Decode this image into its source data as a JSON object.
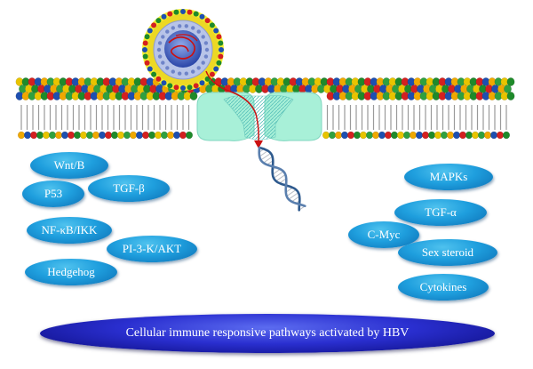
{
  "left_pathways": [
    "Wnt/B",
    "P53",
    "TGF-β",
    "NF-κB/IKK",
    "PI-3-K/AKT",
    "Hedgehog"
  ],
  "right_pathways": [
    "MAPKs",
    "TGF-α",
    "C-Myc",
    "Sex steroid",
    "Cytokines"
  ],
  "banner_text": "Cellular immune responsive pathways activated by HBV",
  "colors": {
    "pathway_oval": "#1f9fde",
    "banner": "#2a2fd0",
    "entry_arrow": "#cc1010",
    "receptor": "#a8f0d8"
  },
  "icons": [
    "hbv-virus-icon",
    "cell-membrane-icon",
    "receptor-channel-icon",
    "dna-helix-icon",
    "entry-arrow-icon"
  ]
}
